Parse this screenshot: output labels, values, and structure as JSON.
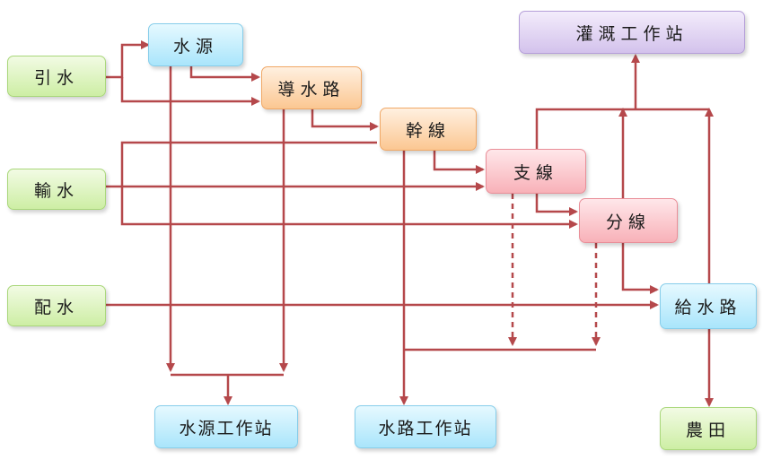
{
  "nodes": {
    "yinshui": "引水",
    "shuchuan": "輸水",
    "peishui": "配水",
    "shuiyuan": "水源",
    "daoshuilu": "導水路",
    "ganxian": "幹線",
    "zhixian": "支線",
    "fenxian": "分線",
    "jishuilu": "給水路",
    "guangai": "灌溉工作站",
    "shuiyuan_station": "水源工作站",
    "shuilu_station": "水路工作站",
    "nongtian": "農田"
  },
  "colors": {
    "arrow": "#b5484b",
    "green_box": "#cdeea4",
    "blue_box": "#a9e5fb",
    "orange_box": "#fbc792",
    "pink_box": "#f8b1b8",
    "purple_box": "#d3c2ec"
  }
}
